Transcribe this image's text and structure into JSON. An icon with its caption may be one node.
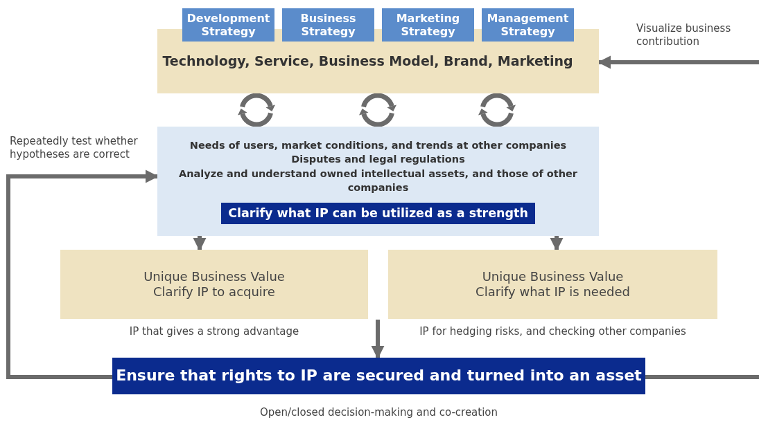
{
  "diagram": {
    "nodes": [
      {
        "text": [
          "Development Strategy"
        ]
      },
      {
        "text": [
          "Business Strategy"
        ]
      },
      {
        "text": [
          "Marketing Strategy"
        ]
      },
      {
        "text": [
          "Management Strategy"
        ]
      },
      {
        "text": [
          "Technology, Service, Business Model, Brand, Marketing"
        ]
      },
      {
        "text": [
          "Needs of users, market conditions, and trends at other companies",
          "Disputes and legal regulations",
          "Analyze and understand owned intellectual assets, and those of other companies"
        ]
      },
      {
        "text": [
          "Clarify what IP can be utilized as a strength"
        ],
        "in": 5
      },
      {
        "text": [
          "Unique Business Value",
          "Clarify IP to acquire"
        ],
        "beside": [
          "IP that gives a strong advantage"
        ]
      },
      {
        "text": [
          "Unique Business Value",
          "Clarify what IP is needed"
        ],
        "beside": [
          "IP for hedging risks, and checking other companies"
        ]
      },
      {
        "text": [
          "Ensure that rights to IP are secured and turned into an asset"
        ],
        "beside": [
          "Open/closed decision-making and co-creation"
        ]
      }
    ],
    "edges": [
      {
        "from": 5,
        "to": 7,
        "arrow": "to"
      },
      {
        "from": 5,
        "to": 8,
        "arrow": "to"
      },
      {
        "from": null,
        "to": 9,
        "arrow": "to"
      },
      {
        "from": 9,
        "to": 5,
        "arrow": "to",
        "label": "Repeatedly test whether hypotheses are correct"
      },
      {
        "from": 9,
        "to": null,
        "arrow": "none"
      },
      {
        "from": null,
        "to": 4,
        "arrow": "to",
        "label": "Visualize business contribution"
      }
    ]
  }
}
